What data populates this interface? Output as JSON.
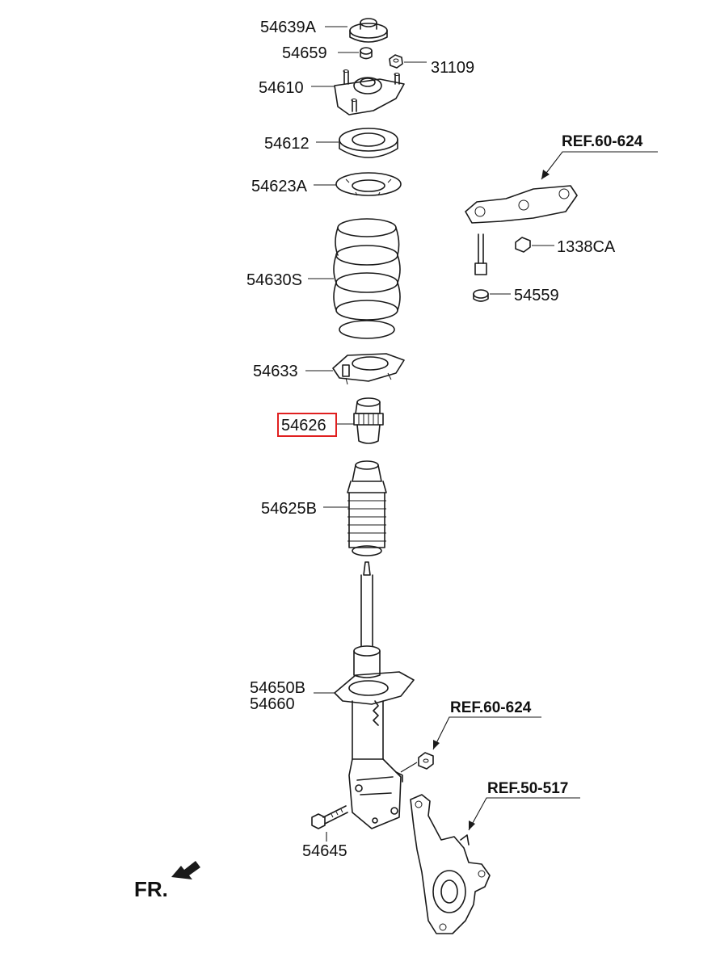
{
  "labels": {
    "p54639A": "54639A",
    "p54659": "54659",
    "p31109": "31109",
    "p54610": "54610",
    "p54612": "54612",
    "p54623A": "54623A",
    "p54630S": "54630S",
    "p54633": "54633",
    "p54626": "54626",
    "p54625B": "54625B",
    "p54650B": "54650B",
    "p54660": "54660",
    "p54645": "54645",
    "p1338CA": "1338CA",
    "p54559": "54559"
  },
  "refs": {
    "ref_upper": "REF.60-624",
    "ref_mid": "REF.60-624",
    "ref_knuckle": "REF.50-517"
  },
  "direction": {
    "front": "FR."
  },
  "highlighted_part": "54626",
  "colors": {
    "line": "#1a1a1a",
    "highlight": "#e02020",
    "background": "#ffffff"
  }
}
